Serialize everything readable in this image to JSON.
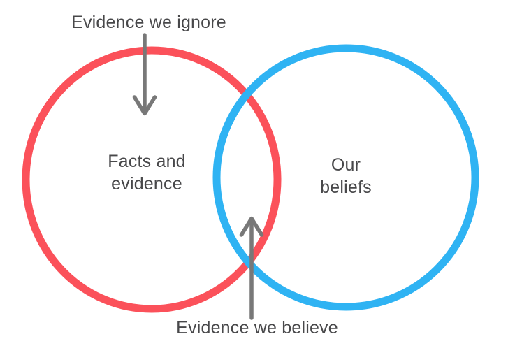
{
  "diagram": {
    "top_annotation": "Evidence we ignore",
    "bottom_annotation": "Evidence we believe",
    "left_circle": {
      "label_line1": "Facts and",
      "label_line2": "evidence"
    },
    "right_circle": {
      "label_line1": "Our",
      "label_line2": "beliefs"
    }
  },
  "colors": {
    "left_circle_stroke": "#fb515a",
    "right_circle_stroke": "#2fb3f3",
    "arrow": "#787878",
    "text": "#48484a",
    "background": "#ffffff"
  }
}
